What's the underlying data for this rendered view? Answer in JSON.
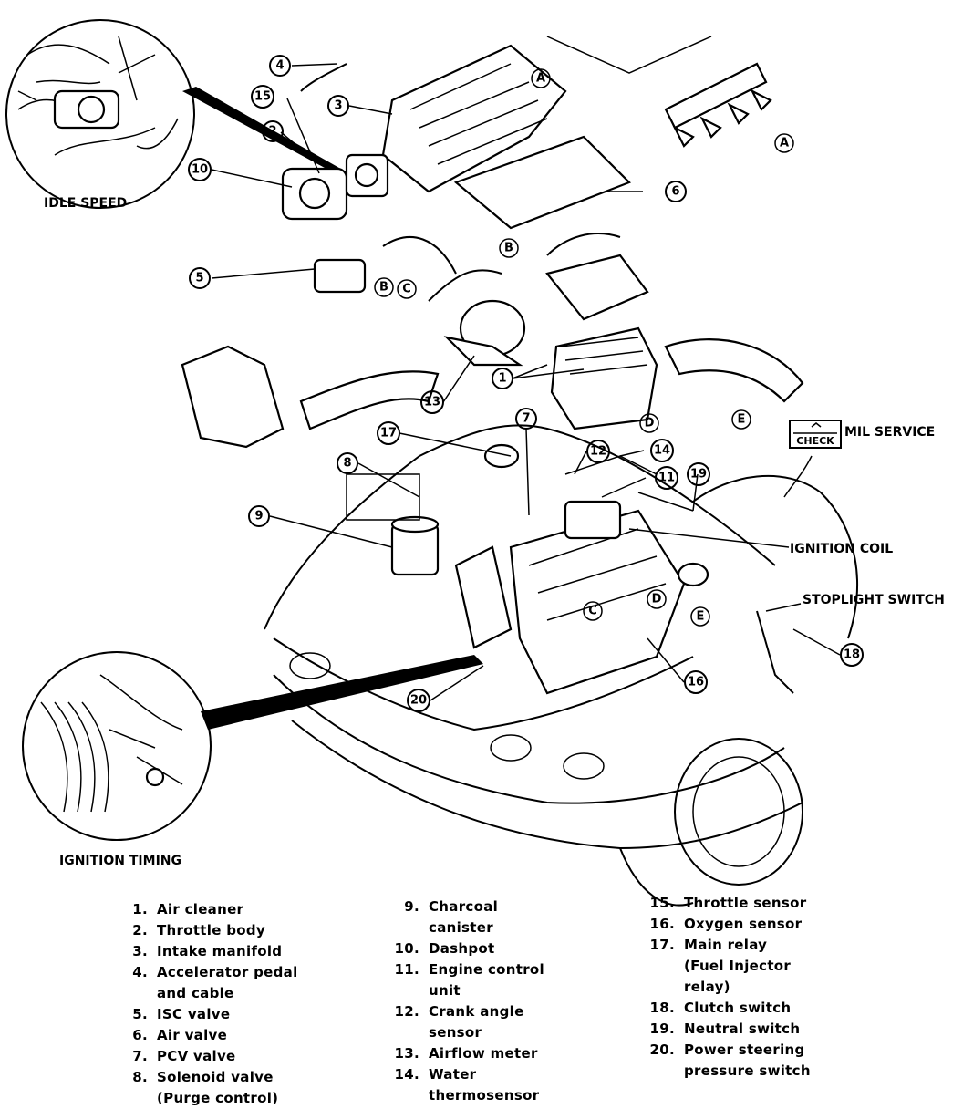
{
  "callouts": {
    "idle_speed": "IDLE SPEED",
    "ignition_timing": "IGNITION TIMING",
    "mil_service": "MIL SERVICE",
    "check_lamp": "CHECK",
    "ignition_coil": "IGNITION COIL",
    "stoplight_switch": "STOPLIGHT SWITCH"
  },
  "markers": [
    "1",
    "2",
    "3",
    "4",
    "5",
    "6",
    "7",
    "8",
    "9",
    "10",
    "11",
    "12",
    "13",
    "14",
    "15",
    "16",
    "17",
    "18",
    "19",
    "20"
  ],
  "connectors": [
    "A",
    "A",
    "B",
    "B",
    "C",
    "C",
    "D",
    "D",
    "E",
    "E"
  ],
  "legend": {
    "col1": [
      {
        "n": "1.",
        "t": "Air cleaner"
      },
      {
        "n": "2.",
        "t": "Throttle body"
      },
      {
        "n": "3.",
        "t": "Intake manifold"
      },
      {
        "n": "4.",
        "t": "Accelerator pedal",
        "t2": "and cable"
      },
      {
        "n": "5.",
        "t": "ISC valve"
      },
      {
        "n": "6.",
        "t": "Air valve"
      },
      {
        "n": "7.",
        "t": "PCV valve"
      },
      {
        "n": "8.",
        "t": "Solenoid valve",
        "t2": "(Purge control)"
      }
    ],
    "col2": [
      {
        "n": "9.",
        "t": "Charcoal",
        "t2": "canister"
      },
      {
        "n": "10.",
        "t": "Dashpot"
      },
      {
        "n": "11.",
        "t": "Engine control",
        "t2": "unit"
      },
      {
        "n": "12.",
        "t": "Crank angle",
        "t2": "sensor"
      },
      {
        "n": "13.",
        "t": "Airflow meter"
      },
      {
        "n": "14.",
        "t": "Water",
        "t2": "thermosensor"
      }
    ],
    "col3": [
      {
        "n": "15.",
        "t": "Throttle sensor"
      },
      {
        "n": "16.",
        "t": "Oxygen sensor"
      },
      {
        "n": "17.",
        "t": "Main relay",
        "t2": "(Fuel Injector",
        "t3": "relay)"
      },
      {
        "n": "18.",
        "t": "Clutch switch"
      },
      {
        "n": "19.",
        "t": "Neutral switch"
      },
      {
        "n": "20.",
        "t": "Power steering",
        "t2": "pressure switch"
      }
    ]
  }
}
